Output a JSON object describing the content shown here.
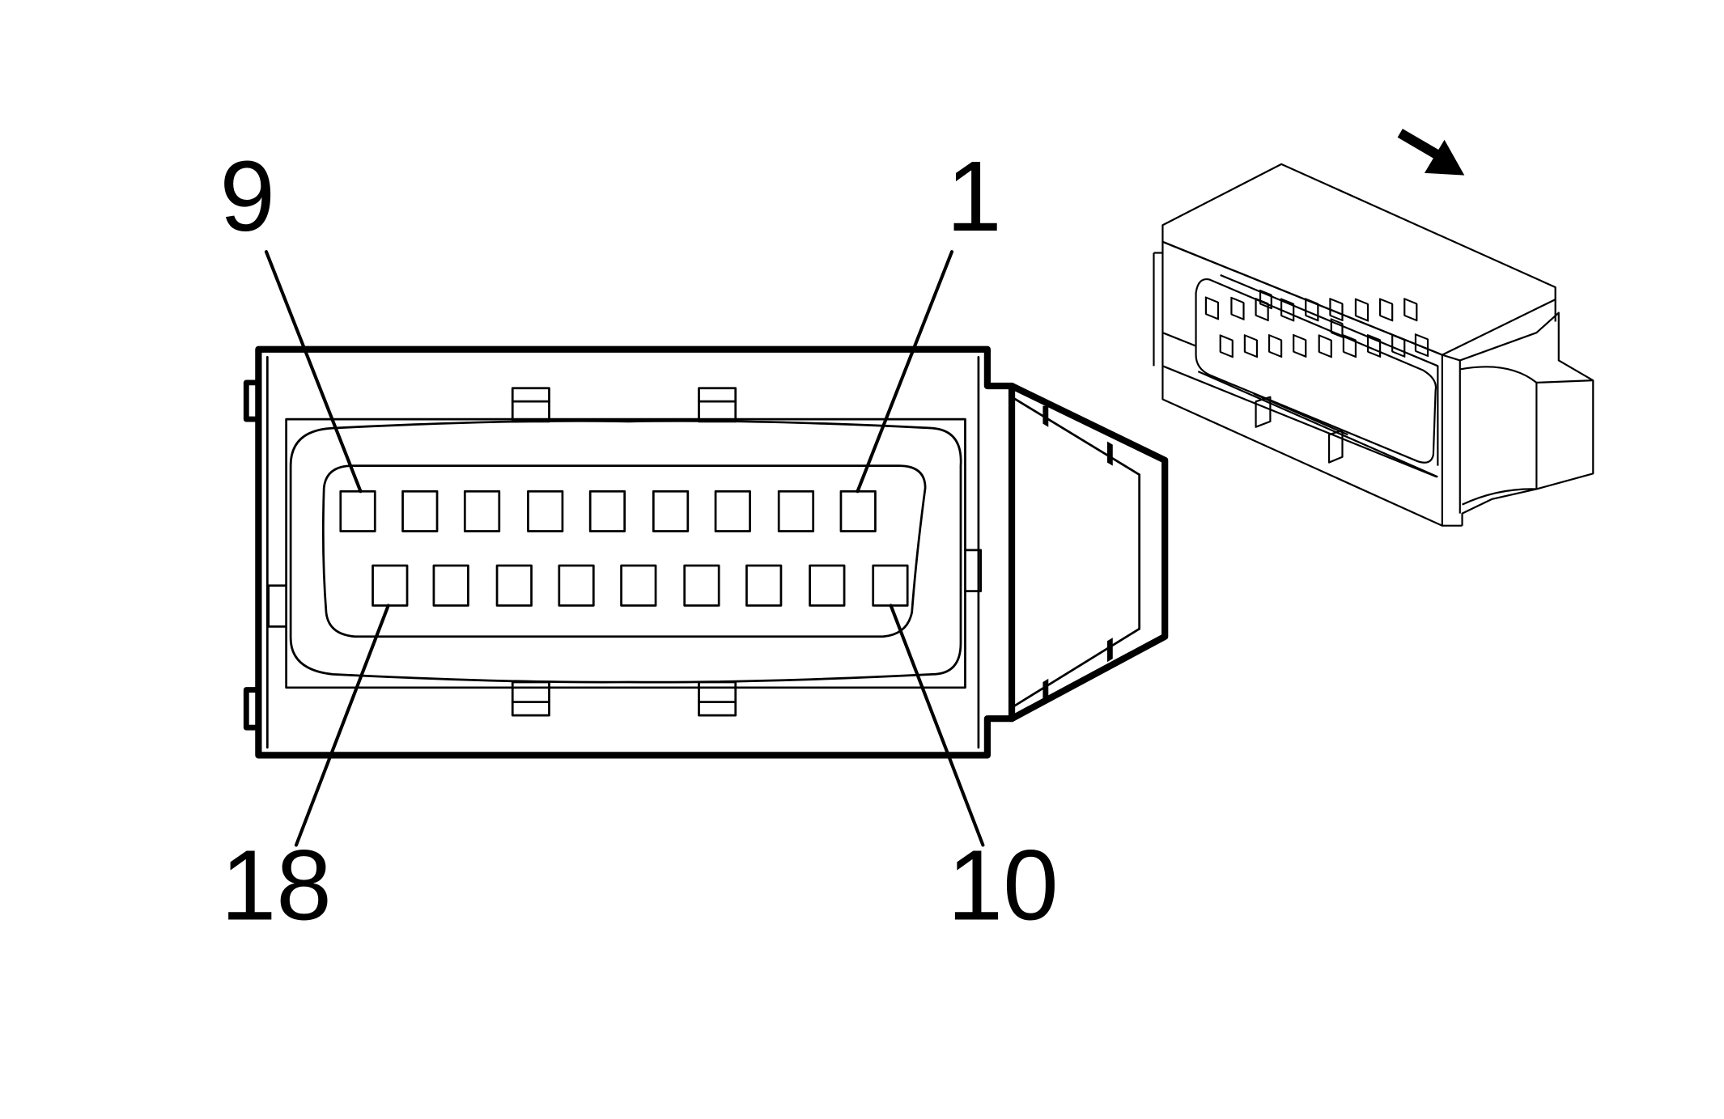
{
  "diagram": {
    "pin_callouts": {
      "top_left": "9",
      "top_right": "1",
      "bottom_left": "18",
      "bottom_right": "10"
    },
    "top_row_pin_count": 9,
    "bottom_row_pin_count": 9,
    "icons": {
      "view_direction": "arrow-icon"
    },
    "colors": {
      "line": "#000000",
      "background": "#ffffff"
    }
  }
}
